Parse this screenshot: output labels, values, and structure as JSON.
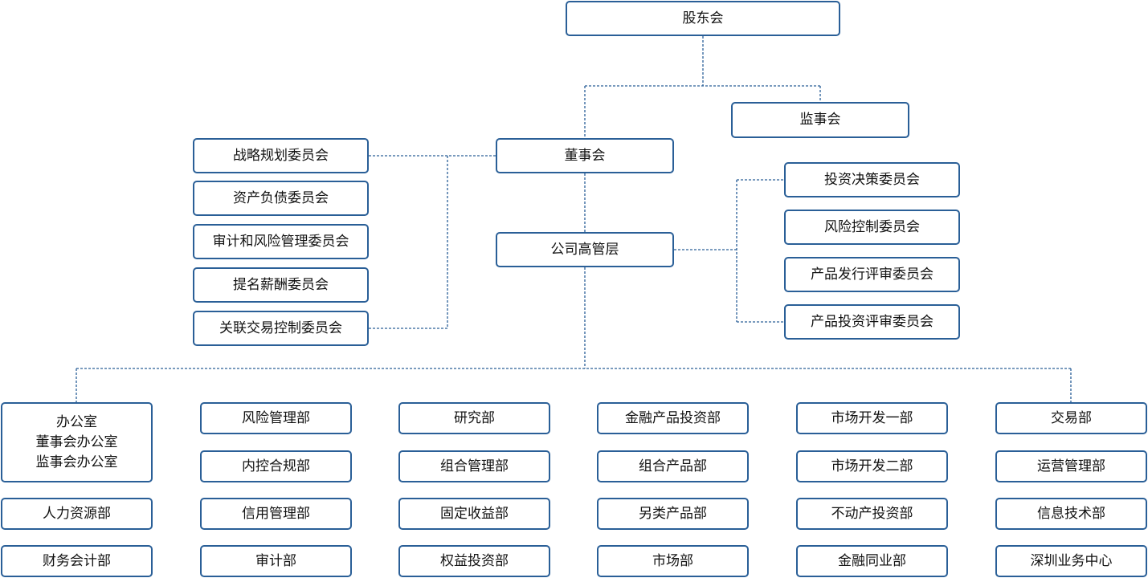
{
  "top": {
    "shareholders": "股东会",
    "supervisors": "监事会",
    "board": "董事会",
    "management": "公司高管层"
  },
  "board_committees": [
    "战略规划委员会",
    "资产负债委员会",
    "审计和风险管理委员会",
    "提名薪酬委员会",
    "关联交易控制委员会"
  ],
  "management_committees": [
    "投资决策委员会",
    "风险控制委员会",
    "产品发行评审委员会",
    "产品投资评审委员会"
  ],
  "departments": {
    "office_lines": [
      "办公室",
      "董事会办公室",
      "监事会办公室"
    ],
    "col0": [
      "人力资源部",
      "财务会计部"
    ],
    "col1": [
      "风险管理部",
      "内控合规部",
      "信用管理部",
      "审计部"
    ],
    "col2": [
      "研究部",
      "组合管理部",
      "固定收益部",
      "权益投资部"
    ],
    "col3": [
      "金融产品投资部",
      "组合产品部",
      "另类产品部",
      "市场部"
    ],
    "col4": [
      "市场开发一部",
      "市场开发二部",
      "不动产投资部",
      "金融同业部"
    ],
    "col5": [
      "交易部",
      "运营管理部",
      "信息技术部",
      "深圳业务中心"
    ]
  },
  "colors": {
    "border": "#2a5f97",
    "connector": "#2a5f97",
    "text": "#111111"
  }
}
